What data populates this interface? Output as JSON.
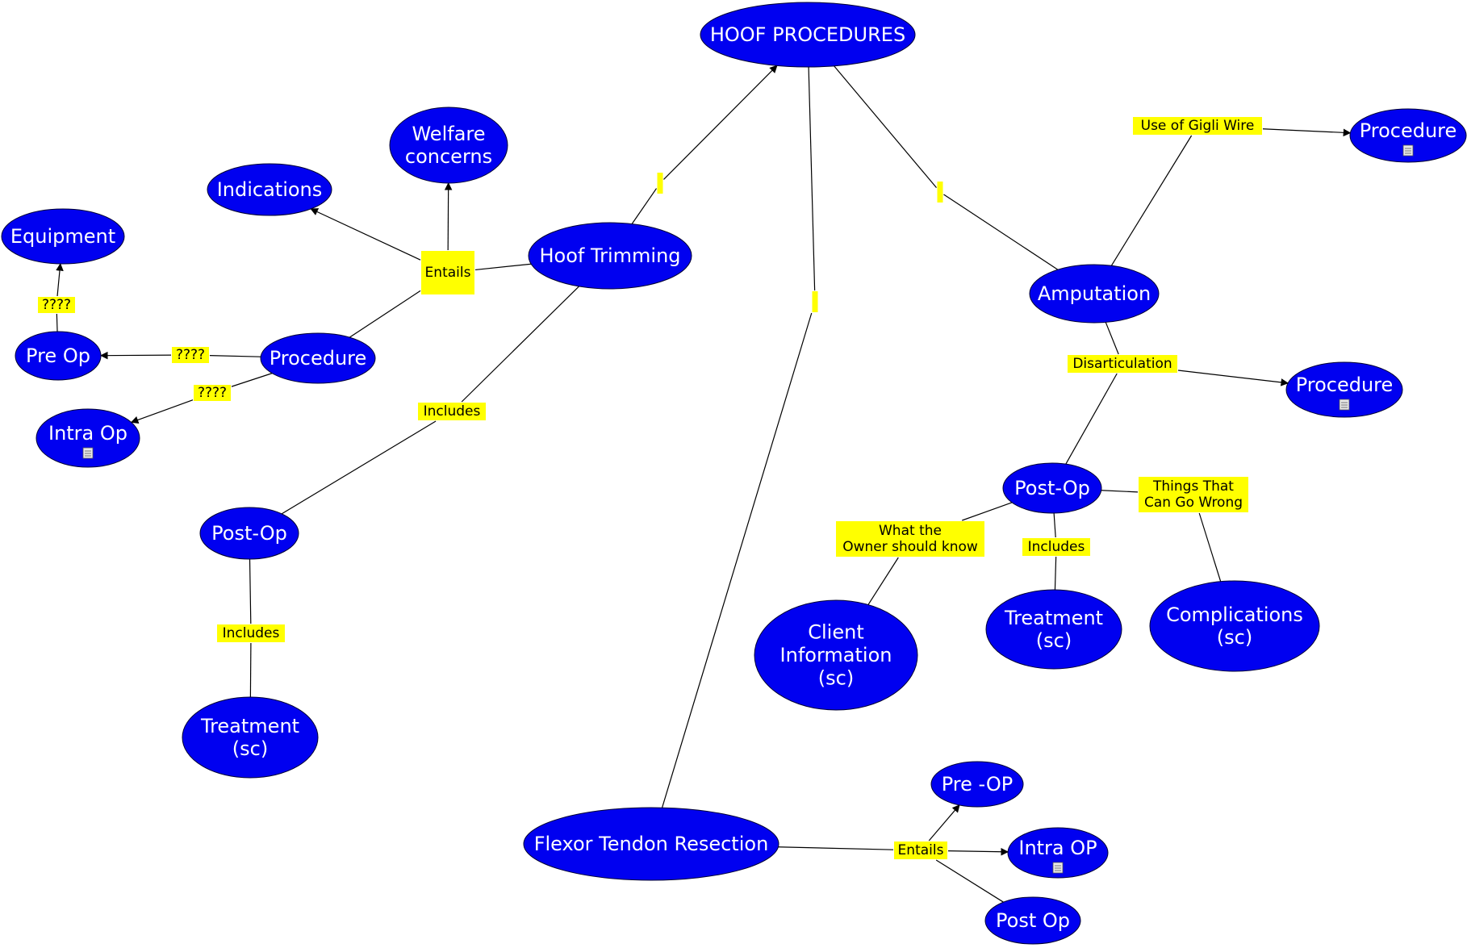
{
  "colors": {
    "node_fill": "#0000f0",
    "node_text": "#ffffff",
    "link_fill": "#ffff00",
    "link_text": "#000000",
    "line": "#000000"
  },
  "nodes": {
    "hoof_procedures": [
      "HOOF PROCEDURES"
    ],
    "hoof_trimming": [
      "Hoof Trimming"
    ],
    "amputation": [
      "Amputation"
    ],
    "flexor_tendon": [
      "Flexor Tendon Resection"
    ],
    "welfare": [
      "Welfare",
      "concerns"
    ],
    "indications": [
      "Indications"
    ],
    "equipment": [
      "Equipment"
    ],
    "pre_op_left": [
      "Pre Op"
    ],
    "procedure_left": [
      "Procedure"
    ],
    "intra_op_left": [
      "Intra Op"
    ],
    "post_op_left": [
      "Post-Op"
    ],
    "treatment_left": [
      "Treatment",
      "(sc)"
    ],
    "procedure_gigli": [
      "Procedure"
    ],
    "procedure_disart": [
      "Procedure"
    ],
    "post_op_right": [
      "Post-Op"
    ],
    "client_info": [
      "Client",
      "Information",
      "(sc)"
    ],
    "treatment_right": [
      "Treatment",
      "(sc)"
    ],
    "complications": [
      "Complications",
      "(sc)"
    ],
    "pre_op_bottom": [
      "Pre -OP"
    ],
    "intra_op_bottom": [
      "Intra OP"
    ],
    "post_op_bottom": [
      "Post Op"
    ]
  },
  "links": {
    "entails_left": [
      "Entails"
    ],
    "unknown_equipment": [
      "????"
    ],
    "unknown_pre_op": [
      "????"
    ],
    "unknown_intra_op": [
      "????"
    ],
    "includes_post_op": [
      "Includes"
    ],
    "includes_treatment_left": [
      "Includes"
    ],
    "gigli": [
      "Use of Gigli Wire"
    ],
    "disarticulation": [
      "Disarticulation"
    ],
    "owner_know": [
      "What the",
      "Owner should know"
    ],
    "includes_treatment_right": [
      "Includes"
    ],
    "wrong": [
      "Things That",
      "Can Go Wrong"
    ],
    "entails_bottom": [
      "Entails"
    ],
    "blank_trimming": [
      ""
    ],
    "blank_amputation": [
      ""
    ],
    "blank_flexor": [
      ""
    ]
  },
  "doc_icons": [
    "procedure_gigli",
    "procedure_disart",
    "intra_op_left",
    "intra_op_bottom"
  ]
}
